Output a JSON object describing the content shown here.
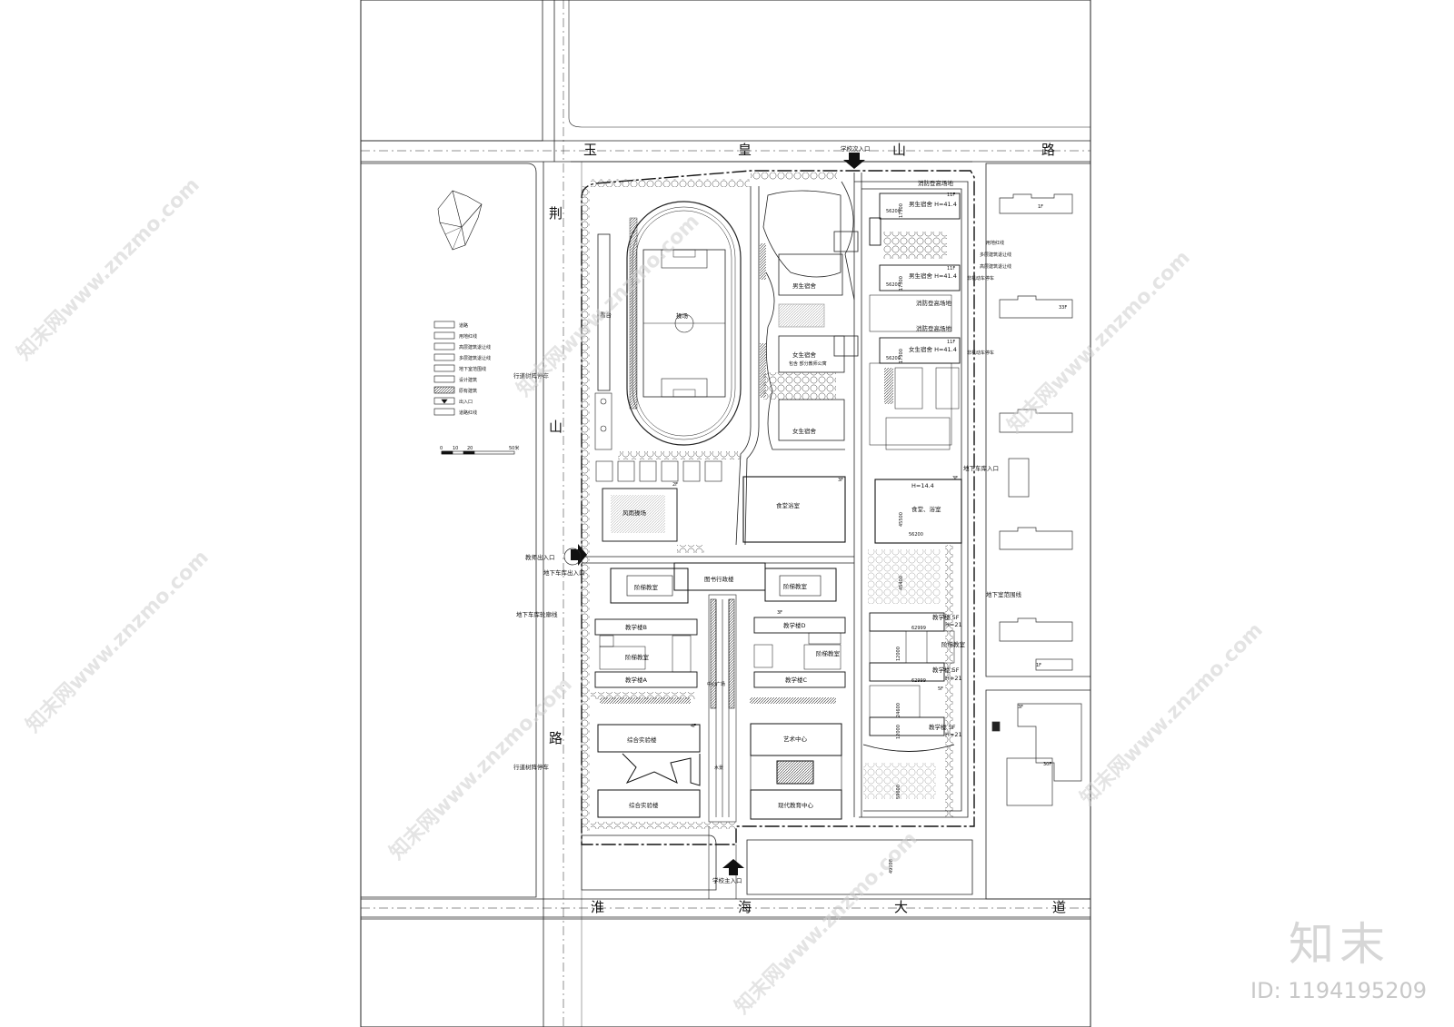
{
  "roads": {
    "north": [
      "玉",
      "皇",
      "山",
      "路"
    ],
    "west": [
      "荆",
      "山",
      "路"
    ],
    "south": [
      "淮",
      "海",
      "大",
      "道"
    ]
  },
  "entrances": {
    "north_gate": "学校次入口",
    "south_gate": "学校主入口",
    "teacher_gate": "教师出入口",
    "garage_ramp": "地下车库出入口",
    "garage_outline": "地下车库轮廓线",
    "east_garage": "地下车库入口",
    "underground_range": "地下室范围线"
  },
  "parking_notes": [
    "行道树阵停车",
    "行道树阵停车"
  ],
  "buildings": {
    "stands": "看台",
    "field": "操场",
    "rain_court": "风雨操场",
    "library": "图书行政楼",
    "lecture_a": "阶梯教室",
    "lecture_b": "阶梯教室",
    "teach_b": "教学楼B",
    "teach_a": "教学楼A",
    "teach_d": "教学楼D",
    "teach_c": "教学楼C",
    "lecture_c": "阶梯教室",
    "lecture_d": "阶梯教室",
    "lab_1": "综合实验楼",
    "lab_2": "综合实验楼",
    "art": "艺术中心",
    "modern": "现代教育中心",
    "canteen_w": "食堂浴室",
    "canteen_e": "食堂、浴室",
    "boys_dorm_w": "男生宿舍",
    "girls_dorm_w1": "女生宿舍",
    "girls_dorm_w2": "女生宿舍",
    "girls_dorm_note": "包含 部分教师公寓",
    "boys_dorm_e1": "男生宿舍 H=41.4",
    "boys_dorm_e2": "男生宿舍 H=41.4",
    "girls_dorm_e": "女生宿舍 H=41.4",
    "canteen_e_h": "H=14.4",
    "teach_e1": "教学楼 5F",
    "teach_e1_h": "H=21",
    "teach_e2": "教学楼 5F",
    "teach_e2_h": "H=21",
    "teach_e3": "教学楼 5F",
    "teach_e3_h": "H=21",
    "lecture_e": "阶梯教室",
    "fire_1": "消防登高场地",
    "fire_2": "消防登高场地",
    "fire_3": "消防登高场地",
    "water": "水景",
    "plaza": "中心广场"
  },
  "floors": {
    "f11a": "11F",
    "f11b": "11F",
    "f11c": "11F",
    "f2": "2F",
    "f3": "3F",
    "f4": "4F",
    "f5": "5F",
    "f1": "1F",
    "f3b": "3F",
    "f3c": "3F"
  },
  "dims": {
    "d17300a": "17300",
    "d17300b": "17300",
    "d17300c": "17300",
    "d56200a": "56200",
    "d56200b": "56200",
    "d56200c": "56200",
    "d56200d": "56200",
    "d45500": "45500",
    "d45400": "45400",
    "d62999a": "62999",
    "d62999b": "62999",
    "d59600": "59600",
    "d49998": "49998",
    "d12000a": "12000",
    "d12000b": "12000",
    "d24600": "24600"
  },
  "right_notes": [
    "用地红线",
    "多层建筑退让线",
    "高层建筑退让线",
    "非机动车停车",
    "非机动车停车"
  ],
  "legend": {
    "items": [
      "道路",
      "用地红线",
      "高层建筑退让线",
      "多层建筑退让线",
      "地下室范围线",
      "设计建筑",
      "原有建筑",
      "出入口",
      "道路红线"
    ],
    "scale": [
      "0",
      "10",
      "20",
      "50米"
    ]
  },
  "neighbors": {
    "n3f": "3F",
    "n30f": "30F",
    "n1f": "1F",
    "n33f": "33F"
  },
  "watermarks": [
    "知末网www.znzmo.com"
  ],
  "brand": "知末",
  "image_id": "ID: 1194195209"
}
